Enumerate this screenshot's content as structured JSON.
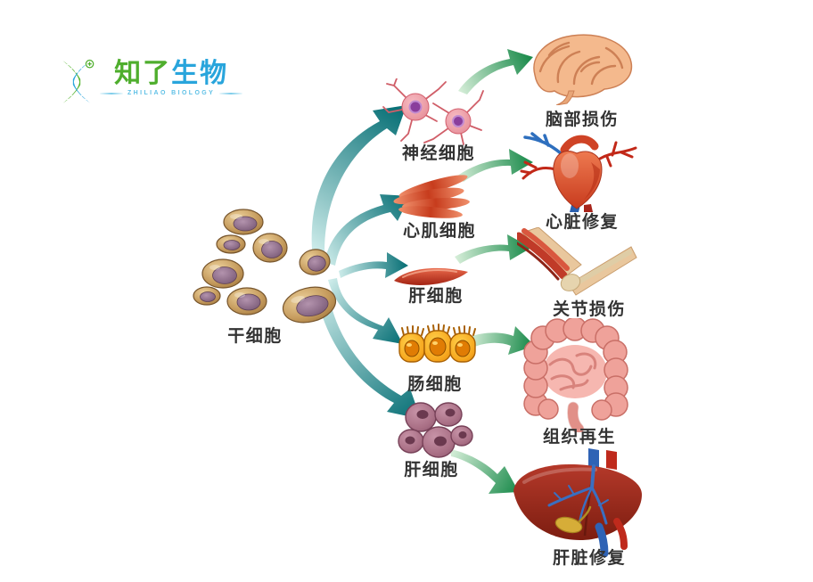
{
  "logo": {
    "brand_part_green": "知了",
    "brand_part_blue": "生物",
    "tagline": "ZHILIAO BIOLOGY",
    "icon": "dna-x-icon"
  },
  "stem_cell": {
    "label": "干细胞",
    "illustration": "stem-cell-cluster"
  },
  "flows": [
    {
      "cell_label": "神经细胞",
      "organ_label": "脑部损伤",
      "cell_illustration": "nerve-cells",
      "organ_illustration": "brain"
    },
    {
      "cell_label": "心肌细胞",
      "organ_label": "心脏修复",
      "cell_illustration": "cardiac-muscle-fibers",
      "organ_illustration": "heart"
    },
    {
      "cell_label": "肝细胞",
      "organ_label": "关节损伤",
      "cell_illustration": "liver-cell",
      "organ_illustration": "elbow-joint"
    },
    {
      "cell_label": "肠细胞",
      "organ_label": "组织再生",
      "cell_illustration": "intestinal-cells",
      "organ_illustration": "intestines"
    },
    {
      "cell_label": "肝细胞",
      "organ_label": "肝脏修复",
      "cell_illustration": "liver-cells",
      "organ_illustration": "liver"
    }
  ],
  "colors": {
    "brand_green": "#4fae2d",
    "brand_blue": "#29a5dc",
    "brand_light_blue": "#5fc0e6",
    "arrow_teal_dark": "#0a7177",
    "arrow_teal_light": "#cdecea",
    "arrow_green_dark": "#1d8c4d",
    "arrow_green_light": "#d8efda",
    "label_text": "#333333"
  }
}
